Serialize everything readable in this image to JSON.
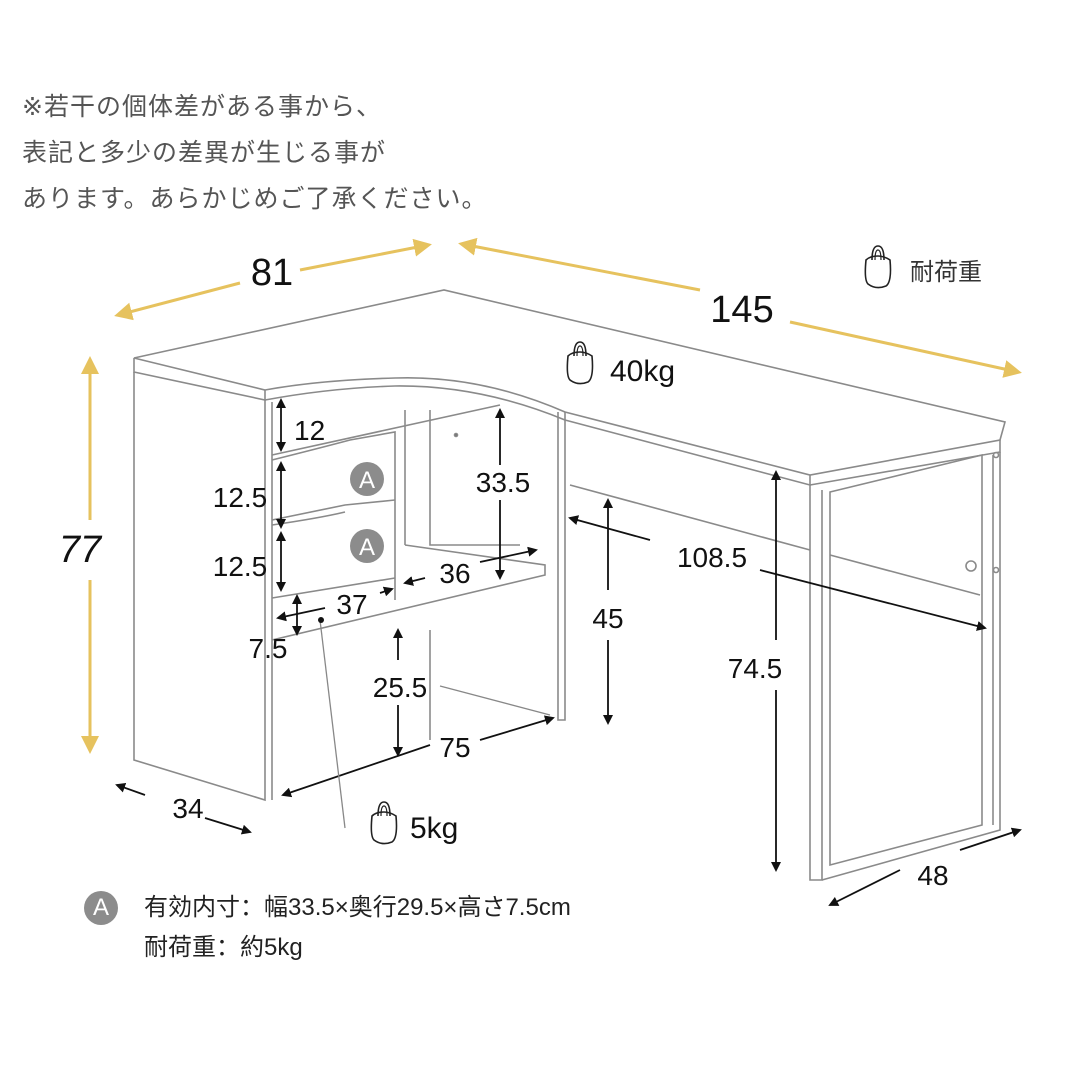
{
  "note": {
    "lines": [
      "※若干の個体差がある事から、",
      "表記と多少の差異が生じる事が",
      "あります。あらかじめご了承ください。"
    ]
  },
  "legend": {
    "icon": "weight-icon",
    "label": "耐荷重"
  },
  "colors": {
    "accent_arrow": "#e6c25e",
    "line": "#8a8a8a",
    "text": "#111111",
    "badge": "#8c8c8c"
  },
  "dimensions": {
    "overall_depth_left": "81",
    "overall_width": "145",
    "overall_height": "77",
    "top_shelf_gap": "12",
    "drawer_1_height": "12.5",
    "drawer_2_height": "12.5",
    "bottom_drawer_gap": "7.5",
    "drawer_width": "37",
    "shelf_width": "36",
    "upper_shelf_height": "33.5",
    "knee_space_width": "108.5",
    "knee_space_height": "45",
    "leg_height": "74.5",
    "lower_shelf_height": "25.5",
    "lower_width": "75",
    "side_depth": "34",
    "right_depth": "48"
  },
  "loads": {
    "desk_top": "40kg",
    "drawer": "5kg"
  },
  "drawer_badge": "A",
  "spec": {
    "badge": "A",
    "line1": "有効内寸：幅33.5×奥行29.5×高さ7.5cm",
    "line2": "耐荷重：約5kg"
  }
}
